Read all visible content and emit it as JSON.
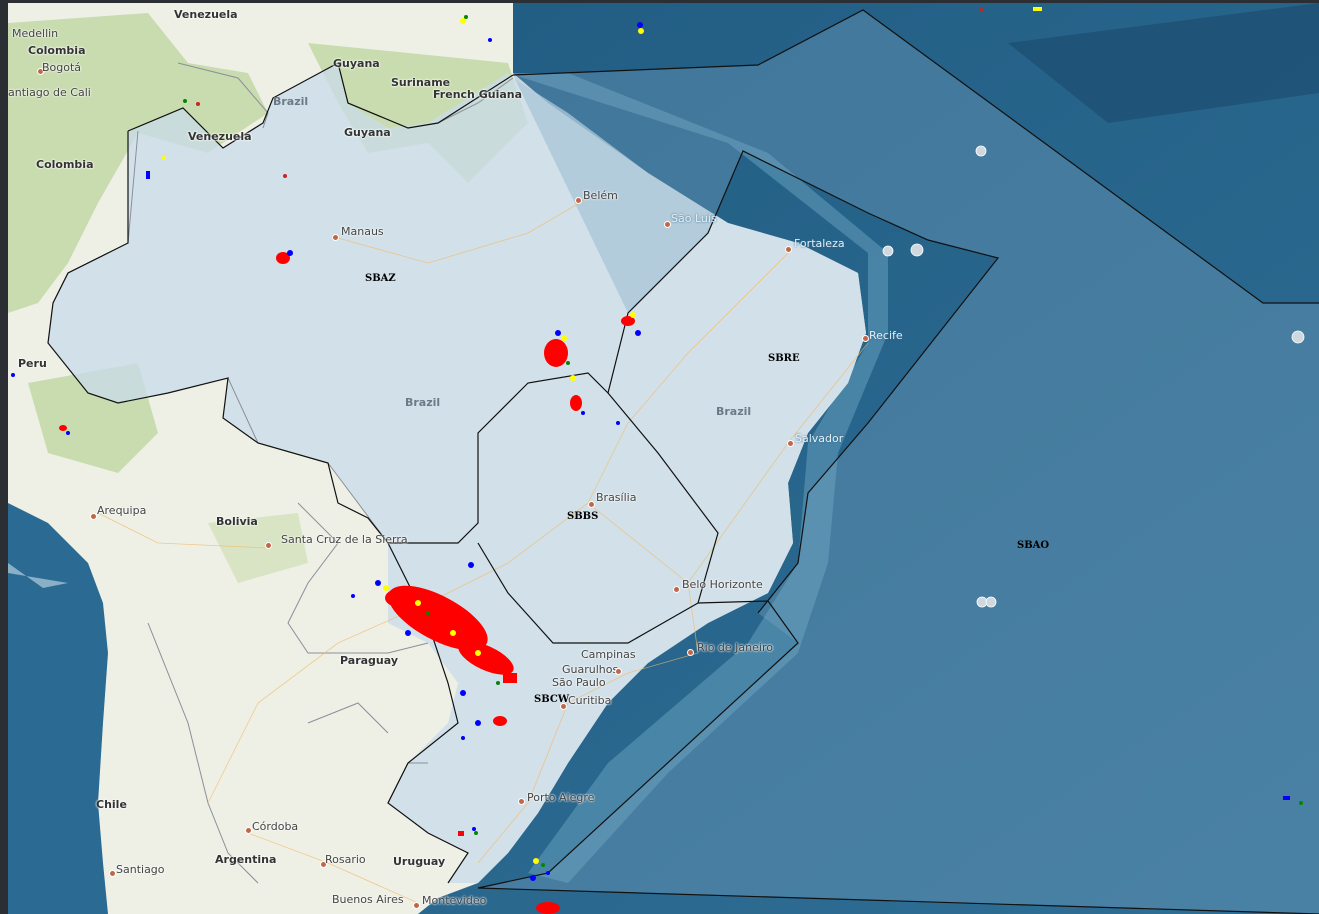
{
  "fir_regions": {
    "SBAZ": "SBAZ",
    "SBRE": "SBRE",
    "SBBS": "SBBS",
    "SBCW": "SBCW",
    "SBAO": "SBAO"
  },
  "countries": {
    "venezuela_top": "Venezuela",
    "colombia": "Colombia",
    "colombia2": "Colombia",
    "guyana": "Guyana",
    "guyana2": "Guyana",
    "suriname": "Suriname",
    "french_guiana": "French Guiana",
    "venezuela2": "Venezuela",
    "brazil_n": "Brazil",
    "brazil_c": "Brazil",
    "brazil_e": "Brazil",
    "peru": "Peru",
    "bolivia": "Bolivia",
    "paraguay": "Paraguay",
    "chile": "Chile",
    "argentina": "Argentina",
    "uruguay": "Uruguay"
  },
  "cities": {
    "medellin": "Medellin",
    "bogota": "Bogotá",
    "cali": "antiago de Cali",
    "manaus": "Manaus",
    "belem": "Belém",
    "sao_luis": "São Luís",
    "fortaleza": "Fortaleza",
    "recife": "Recife",
    "salvador": "Salvador",
    "brasilia": "Brasília",
    "belo_horizonte": "Belo Horizonte",
    "rio": "Rio de Janeiro",
    "campinas": "Campinas",
    "guarulhos": "Guarulhos",
    "sao_paulo": "São Paulo",
    "curitiba": "Curitiba",
    "porto_alegre": "Porto Alegre",
    "arequipa": "Arequipa",
    "santa_cruz": "Santa Cruz de la Sierra",
    "cordoba": "Córdoba",
    "rosario": "Rosario",
    "santiago": "Santiago",
    "buenos_aires": "Buenos Aires",
    "montevideo": "Montevideo"
  },
  "colors": {
    "ocean": "#2e6a8e",
    "land": "#eef0e6",
    "forest": "#c9dcb0",
    "fir_fill": "#c8dcea",
    "marker_red": "#ff0000",
    "marker_yellow": "#ffff00",
    "marker_blue": "#0000ff",
    "marker_green": "#008800"
  }
}
